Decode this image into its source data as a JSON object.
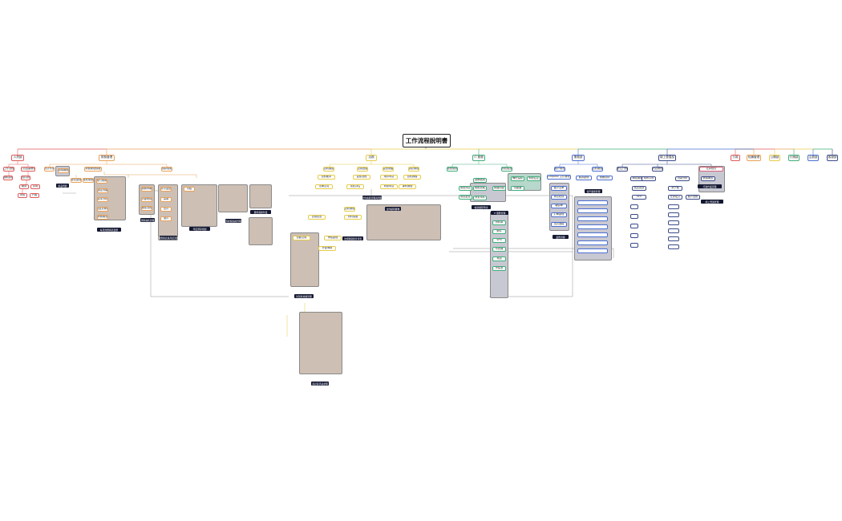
{
  "title": "工作流程說明書",
  "colors": {
    "red": "#e05a5a",
    "orange": "#e8a15a",
    "yellow": "#e6cc4a",
    "green": "#3fae7a",
    "blue": "#4a6fd0",
    "navy": "#3a4a8a",
    "pink": "#d9627c",
    "teal": "#3aa8a0",
    "panel_gray": "#c8c8d2",
    "panel_tan": "#cdbfb4",
    "panel_teal": "#b8d8cc",
    "dark_label": "#141832"
  },
  "categories": [
    {
      "label": "人資部",
      "color": "red"
    },
    {
      "label": "財務管理",
      "color": "orange"
    },
    {
      "label": "法務",
      "color": "yellow"
    },
    {
      "label": "IT 服務",
      "color": "green"
    },
    {
      "label": "業務部",
      "color": "blue"
    },
    {
      "label": "線上營運部",
      "color": "navy"
    },
    {
      "label": "行政",
      "color": "red"
    },
    {
      "label": "知識管理",
      "color": "orange"
    },
    {
      "label": "公關部",
      "color": "yellow"
    },
    {
      "label": "行銷部",
      "color": "green"
    },
    {
      "label": "企劃部",
      "color": "blue"
    },
    {
      "label": "客服部",
      "color": "navy"
    }
  ],
  "sections": {
    "hr": {
      "children": [
        "工作流程",
        "人員招募管理"
      ],
      "leaves": [
        "職務說明",
        "面試流程",
        "報到",
        "試用",
        "考核",
        "升遷"
      ]
    },
    "finance": {
      "children": [
        "會計作業",
        "財務管理規範",
        "預算規劃"
      ],
      "leaves": [
        "費用報銷",
        "發票處理",
        "應收帳款",
        "應付帳款",
        "固定資產",
        "成本分析",
        "現金流管理",
        "財務報表",
        "稅務申報",
        "內部稽核",
        "審核流程",
        "存貨盤點",
        "採購",
        "出貨",
        "退貨",
        "月結"
      ],
      "dark_labels": [
        "產品規劃",
        "每月財務報表彙整",
        "預算審核流程",
        "財務報表與月結流程",
        "年度預算規劃",
        "資產盤點與管理",
        "費用報銷作業"
      ]
    },
    "legal": {
      "children": [
        "合約審閱",
        "法規遵循",
        "智慧財產",
        "訴訟管理",
        "合約管理"
      ],
      "leaves": [
        "合約範本",
        "簽核流程",
        "用印申請",
        "合約歸檔",
        "法律意見",
        "風險評估",
        "商標申請",
        "專利管理",
        "合規檢查",
        "資料保護",
        "勞動法規",
        "爭議處理",
        "外部律師"
      ],
      "dark_labels": [
        "合約審閱流程與規範",
        "法規遵循檢查清單",
        "智慧財產權管理",
        "訴訟與爭議處理",
        "法律顧問聯繫"
      ]
    },
    "it": {
      "children": [
        "帳號權限",
        "系統維運"
      ],
      "leaves": [
        "帳號申請",
        "權限變更",
        "設備借用",
        "軟體安裝",
        "網路問題",
        "資安事件",
        "備份還原",
        "系統監控",
        "伺服器",
        "資料庫",
        "郵件",
        "VPN",
        "印表機",
        "電話",
        "會議室"
      ],
      "dark_labels": [
        "IT 服務管理",
        "帳號權限申請"
      ]
    },
    "sales": {
      "children": [
        "客戶開發",
        "合約報價"
      ],
      "leaves": [
        "Dropbox 文件管理",
        "客戶名單",
        "拜訪紀錄",
        "報價單",
        "訂單處理",
        "出貨追蹤",
        "客訴處理",
        "業績目標"
      ],
      "dark_labels": [
        "業務流程",
        "客戶關係管理"
      ]
    },
    "online_ops": {
      "children": [
        "數位行銷",
        "內容管理",
        "社群經營"
      ],
      "leaves": [
        "網站維護",
        "電商平台",
        "流量分析",
        "廣告投放",
        "SEO",
        "電子報",
        "社群貼文",
        "客戶回饋",
        "數據報表"
      ],
      "dark_labels": [
        "線上營運管理"
      ]
    },
    "admin": {
      "dark_labels": [
        "行政作業流程"
      ]
    }
  }
}
